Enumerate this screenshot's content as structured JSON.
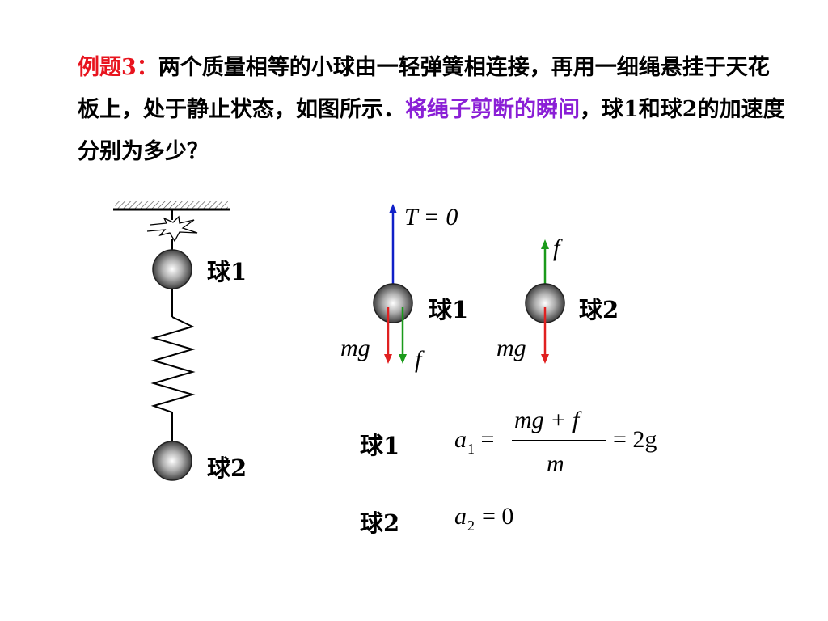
{
  "problem": {
    "label": "例题3：",
    "text1": "两个质量相等的小球由一轻弹簧相连接，再用一细绳悬挂于天花板上，处于静止状态，如图所示．",
    "highlight": "将绳子剪断的瞬间",
    "text2": "，球1和球2的加速度分别为多少？"
  },
  "figure": {
    "ball1_label": "球1",
    "ball2_label": "球2"
  },
  "forces": {
    "tension": "T = 0",
    "ball1_label": "球1",
    "ball2_label": "球2",
    "mg1": "mg",
    "f1": "f",
    "mg2": "mg",
    "f2": "f"
  },
  "answers": {
    "ball1_label": "球1",
    "a1_var": "a",
    "a1_sub": "1",
    "numerator": "mg + f",
    "denominator": "m",
    "result1": "= 2g",
    "ball2_label": "球2",
    "a2_var": "a",
    "a2_sub": "2",
    "result2": "= 0"
  },
  "colors": {
    "red": "#e8141e",
    "purple": "#8a1fd6",
    "blue": "#1020c8",
    "green": "#1a9a1a",
    "arrow_red": "#e02020"
  }
}
